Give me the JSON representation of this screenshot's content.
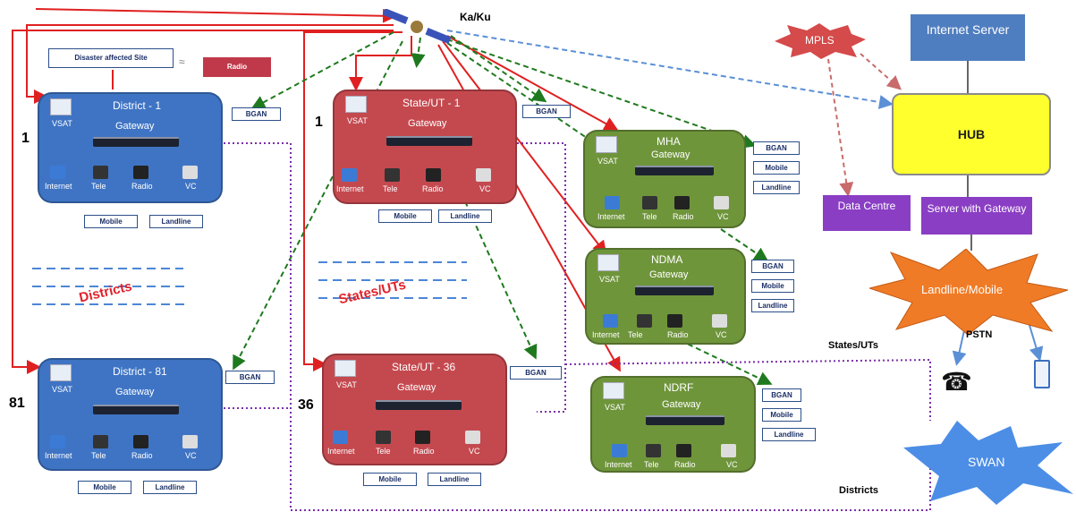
{
  "satellite": {
    "label": "Ka/Ku"
  },
  "disaster_site": {
    "label": "Disaster affected Site",
    "radio": "Radio"
  },
  "node_common": {
    "vsat": "VSAT",
    "gateway": "Gateway",
    "internet": "Internet",
    "tele": "Tele",
    "radio": "Radio",
    "vc": "VC"
  },
  "nodes": {
    "district1": {
      "title": "District - 1",
      "num": "1"
    },
    "district81": {
      "title": "District - 81",
      "num": "81"
    },
    "state1": {
      "title": "State/UT - 1",
      "num": "1"
    },
    "state36": {
      "title": "State/UT - 36",
      "num": "36"
    },
    "mha": {
      "title": "MHA"
    },
    "ndma": {
      "title": "NDMA"
    },
    "ndrf": {
      "title": "NDRF"
    }
  },
  "boxes": {
    "bgan": "BGAN",
    "mobile": "Mobile",
    "landline": "Landline"
  },
  "groups": {
    "districts": "Districts",
    "states": "States/UTs"
  },
  "right": {
    "internet_server": "Internet Server",
    "mpls": "MPLS",
    "hub": "HUB",
    "data_centre": "Data Centre",
    "server_gateway": "Server with Gateway",
    "landline_mobile": "Landline/Mobile",
    "pstn": "PSTN",
    "swan": "SWAN",
    "states_label": "States/UTs",
    "districts_label": "Districts"
  },
  "colors": {
    "district": "#3f74c4",
    "state": "#c4494f",
    "agency": "#6f953b",
    "hub": "#ffff2e",
    "server": "#4f7ec0",
    "purple": "#8a3ec4",
    "burst": "#f07b26",
    "swan": "#4c8ee6",
    "mpls": "#d54a4a"
  }
}
